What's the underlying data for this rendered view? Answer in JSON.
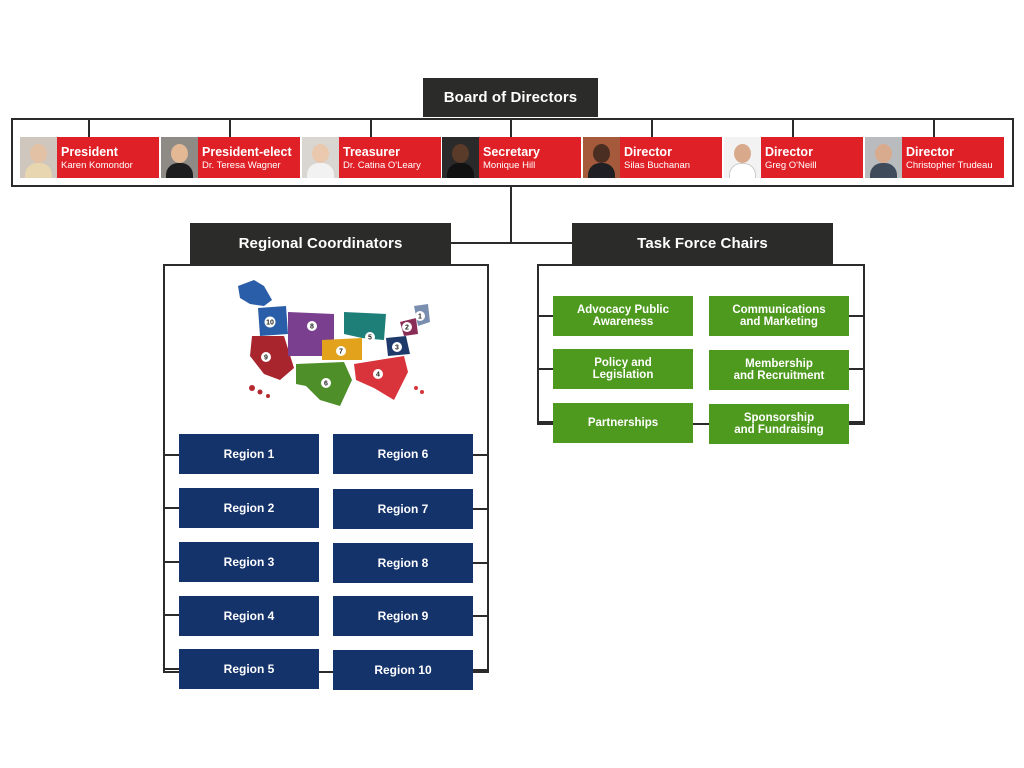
{
  "board": {
    "title": "Board of Directors",
    "members": [
      {
        "role": "President",
        "name": "Karen Komondor"
      },
      {
        "role": "President-elect",
        "name": "Dr. Teresa Wagner"
      },
      {
        "role": "Treasurer",
        "name": "Dr. Catina O'Leary"
      },
      {
        "role": "Secretary",
        "name": "Monique Hill"
      },
      {
        "role": "Director",
        "name": "Silas Buchanan"
      },
      {
        "role": "Director",
        "name": "Greg O'Neill"
      },
      {
        "role": "Director",
        "name": "Christopher Trudeau"
      }
    ]
  },
  "regional": {
    "title": "Regional Coordinators",
    "map_labels": [
      "1",
      "2",
      "3",
      "4",
      "5",
      "6",
      "7",
      "8",
      "9",
      "10"
    ],
    "regions": [
      "Region 1",
      "Region 2",
      "Region 3",
      "Region 4",
      "Region 5",
      "Region 6",
      "Region 7",
      "Region 8",
      "Region 9",
      "Region 10"
    ]
  },
  "taskforce": {
    "title": "Task Force Chairs",
    "chairs": [
      "Advocacy Public\nAwareness",
      "Communications\nand Marketing",
      "Policy and\nLegislation",
      "Membership\nand Recruitment",
      "Partnerships",
      "Sponsorship\nand Fundraising"
    ]
  },
  "colors": {
    "header": "#2b2b2a",
    "board_member": "#e02027",
    "region": "#14336b",
    "taskforce": "#4e9a1e"
  }
}
